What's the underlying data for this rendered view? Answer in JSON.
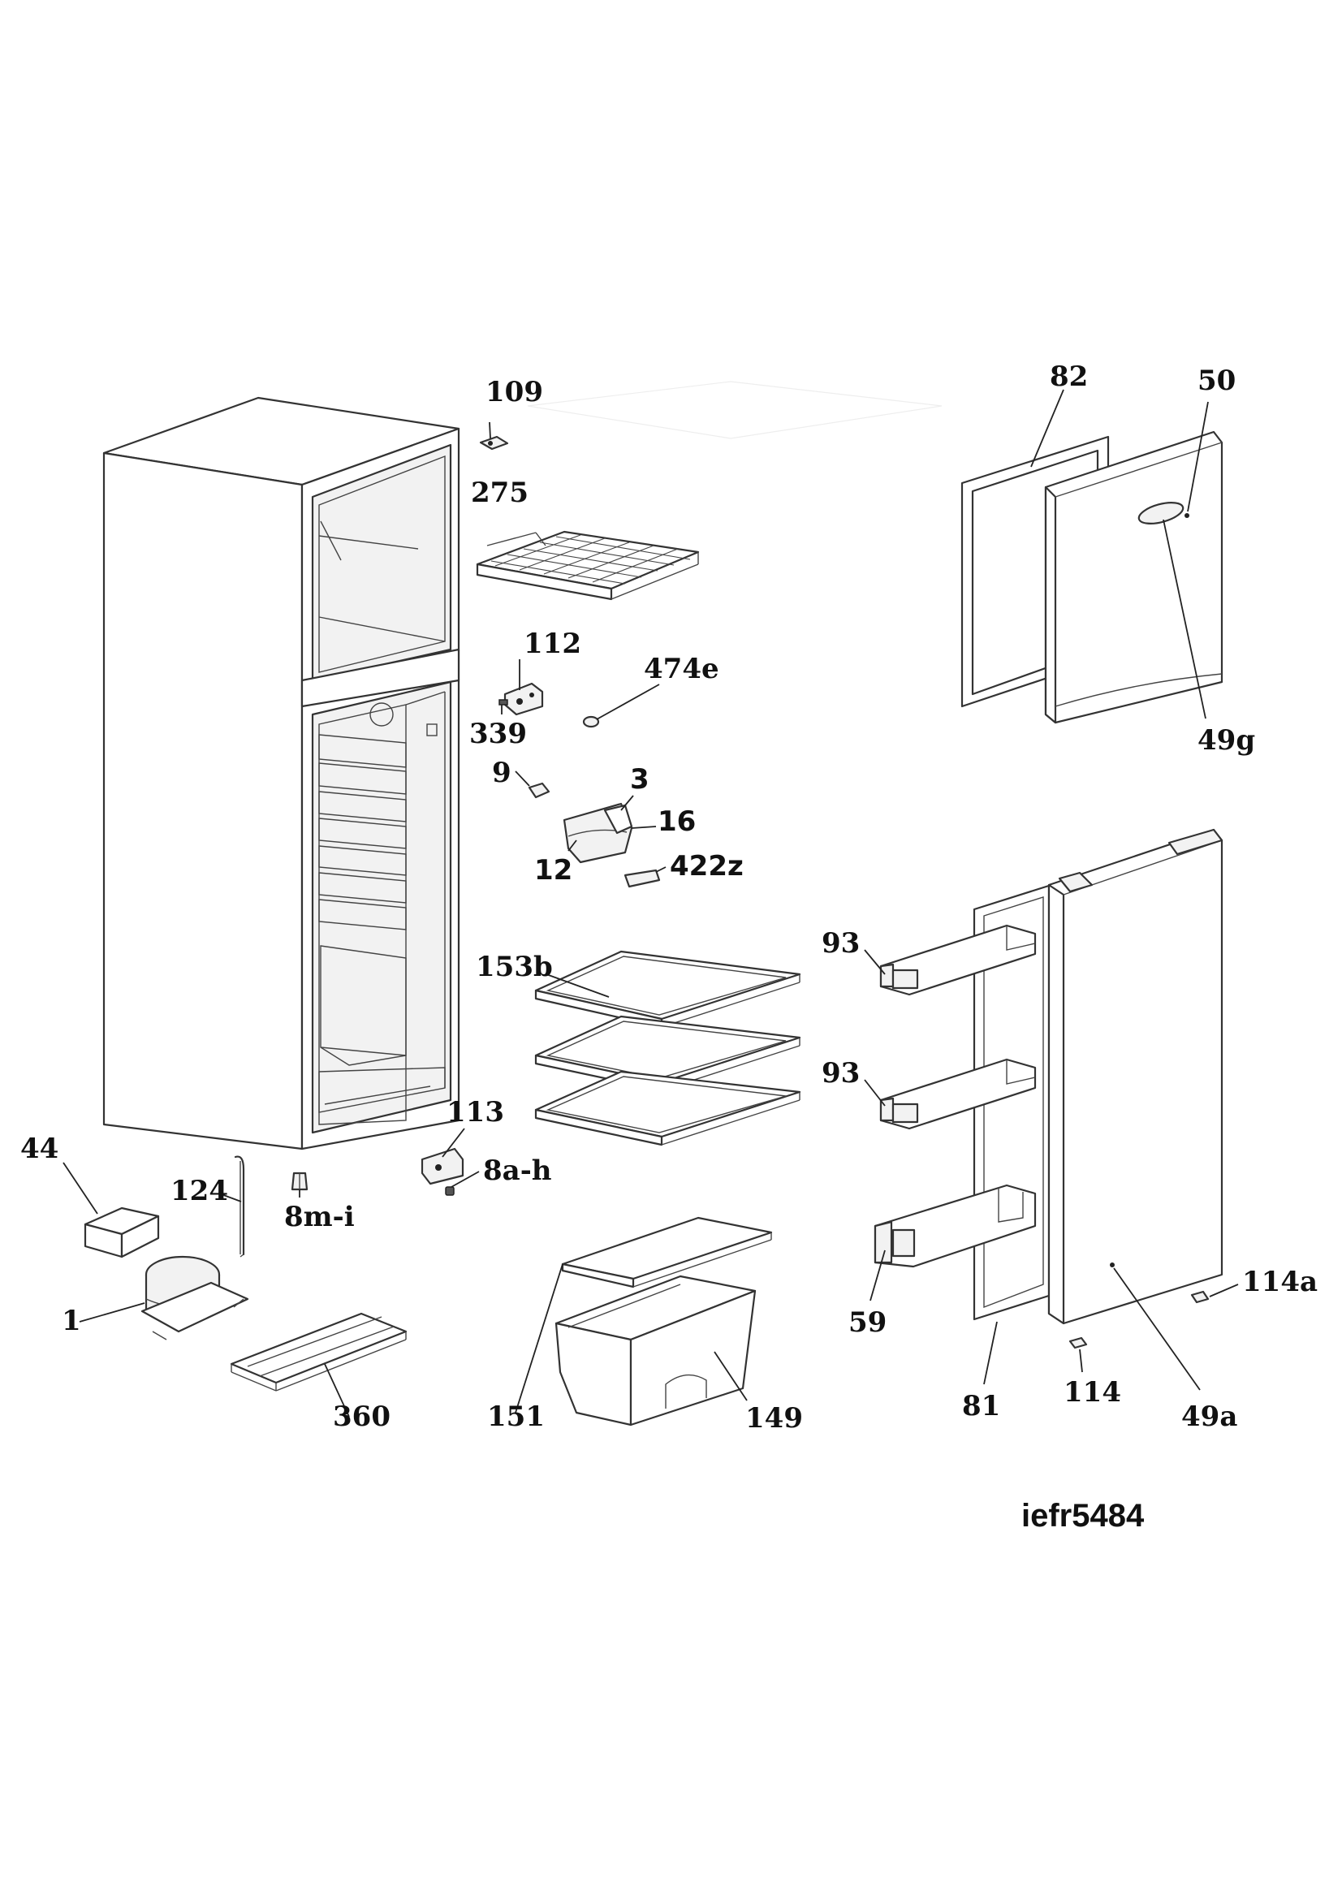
{
  "diagram": {
    "model_code": "iefr5484",
    "callouts": [
      {
        "id": "c109",
        "text": "109"
      },
      {
        "id": "c275",
        "text": "275"
      },
      {
        "id": "c112",
        "text": "112"
      },
      {
        "id": "c474e",
        "text": "474e"
      },
      {
        "id": "c339",
        "text": "339"
      },
      {
        "id": "c9",
        "text": "9"
      },
      {
        "id": "c3",
        "text": "3"
      },
      {
        "id": "c16",
        "text": "16"
      },
      {
        "id": "c12",
        "text": "12"
      },
      {
        "id": "c422z",
        "text": "422z"
      },
      {
        "id": "c153b",
        "text": "153b"
      },
      {
        "id": "c113",
        "text": "113"
      },
      {
        "id": "c8ah",
        "text": "8a-h"
      },
      {
        "id": "c8mi",
        "text": "8m-i"
      },
      {
        "id": "c44",
        "text": "44"
      },
      {
        "id": "c124",
        "text": "124"
      },
      {
        "id": "c1",
        "text": "1"
      },
      {
        "id": "c360",
        "text": "360"
      },
      {
        "id": "c151",
        "text": "151"
      },
      {
        "id": "c149",
        "text": "149"
      },
      {
        "id": "c82",
        "text": "82"
      },
      {
        "id": "c50",
        "text": "50"
      },
      {
        "id": "c49g",
        "text": "49g"
      },
      {
        "id": "c93a",
        "text": "93"
      },
      {
        "id": "c93b",
        "text": "93"
      },
      {
        "id": "c59",
        "text": "59"
      },
      {
        "id": "c81",
        "text": "81"
      },
      {
        "id": "c114",
        "text": "114"
      },
      {
        "id": "c114a",
        "text": "114a"
      },
      {
        "id": "c49a",
        "text": "49a"
      }
    ]
  }
}
